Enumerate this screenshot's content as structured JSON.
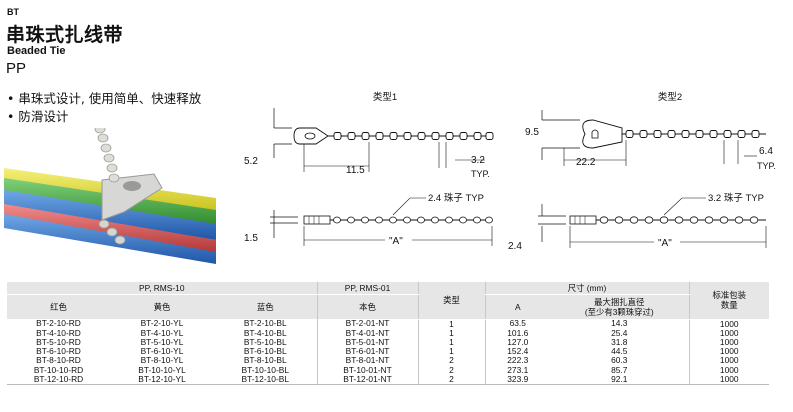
{
  "header": {
    "code": "BT",
    "title": "串珠式扎线带",
    "subtitle": "Beaded Tie",
    "material": "PP",
    "features": [
      "• 串珠式设计, 使用简单、快速释放",
      "• 防滑设计"
    ]
  },
  "diagram": {
    "type1_label": "类型1",
    "type2_label": "类型2",
    "type1": {
      "dim_height": "5.2",
      "dim_pitch": "11.5",
      "dim_bead": "3.2",
      "typ": "TYP.",
      "bead_note": "2.4 珠子 TYP",
      "dim_thick": "1.5",
      "length_label": "\"A\""
    },
    "type2": {
      "dim_height": "9.5",
      "dim_pitch": "22.2",
      "dim_bead": "6.4",
      "typ": "TYP.",
      "bead_note": "3.2 珠子 TYP",
      "dim_thick": "2.4",
      "length_label": "\"A\""
    }
  },
  "table": {
    "group_pp_rms10": "PP, RMS-10",
    "group_pp_rms01": "PP, RMS-01",
    "col_type": "类型",
    "group_size": "尺寸 (mm)",
    "col_pack": "标准包装\n数量",
    "col_red": "红色",
    "col_yellow": "黄色",
    "col_blue": "蓝色",
    "col_natural": "本色",
    "col_a": "A",
    "col_maxdia": "最大捆扎直径\n(至少有3颗珠穿过)",
    "rows": [
      [
        "BT-2-10-RD",
        "BT-2-10-YL",
        "BT-2-10-BL",
        "BT-2-01-NT",
        "1",
        "63.5",
        "14.3",
        "1000"
      ],
      [
        "BT-4-10-RD",
        "BT-4-10-YL",
        "BT-4-10-BL",
        "BT-4-01-NT",
        "1",
        "101.6",
        "25.4",
        "1000"
      ],
      [
        "BT-5-10-RD",
        "BT-5-10-YL",
        "BT-5-10-BL",
        "BT-5-01-NT",
        "1",
        "127.0",
        "31.8",
        "1000"
      ],
      [
        "BT-6-10-RD",
        "BT-6-10-YL",
        "BT-6-10-BL",
        "BT-6-01-NT",
        "1",
        "152.4",
        "44.5",
        "1000"
      ],
      [
        "BT-8-10-RD",
        "BT-8-10-YL",
        "BT-8-10-BL",
        "BT-8-01-NT",
        "2",
        "222.3",
        "60.3",
        "1000"
      ],
      [
        "BT-10-10-RD",
        "BT-10-10-YL",
        "BT-10-10-BL",
        "BT-10-01-NT",
        "2",
        "273.1",
        "85.7",
        "1000"
      ],
      [
        "BT-12-10-RD",
        "BT-12-10-YL",
        "BT-12-10-BL",
        "BT-12-01-NT",
        "2",
        "323.9",
        "92.1",
        "1000"
      ]
    ]
  }
}
